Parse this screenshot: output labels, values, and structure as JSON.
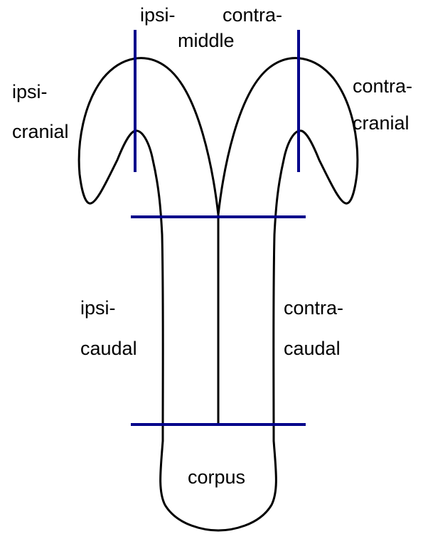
{
  "colors": {
    "outline": "#000000",
    "division_lines": "#00008b",
    "background": "#ffffff"
  },
  "labels": {
    "ipsi_top": "ipsi-",
    "contra_top": "contra-",
    "middle": "middle",
    "ipsi_cranial_1": "ipsi-",
    "ipsi_cranial_2": "cranial",
    "contra_cranial_1": "contra-",
    "contra_cranial_2": "cranial",
    "ipsi_caudal_1": "ipsi-",
    "ipsi_caudal_2": "caudal",
    "contra_caudal_1": "contra-",
    "contra_caudal_2": "caudal",
    "corpus": "corpus"
  }
}
